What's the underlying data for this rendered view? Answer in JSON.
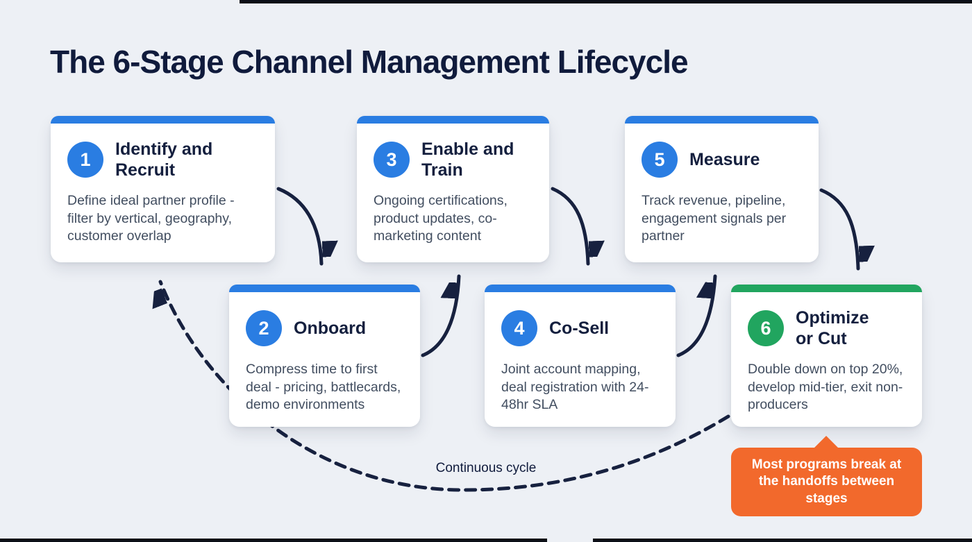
{
  "header": {
    "title": "The 6-Stage Channel Management Lifecycle"
  },
  "stages": [
    {
      "number": "1",
      "title": "Identify and Recruit",
      "description": "Define ideal partner profile - filter by vertical, geography, customer overlap",
      "accent": "#2a7de2"
    },
    {
      "number": "2",
      "title": "Onboard",
      "description": "Compress time to first deal - pricing, battlecards, demo environments",
      "accent": "#2a7de2"
    },
    {
      "number": "3",
      "title": "Enable and Train",
      "description": "Ongoing certifications, product updates, co-marketing content",
      "accent": "#2a7de2"
    },
    {
      "number": "4",
      "title": "Co-Sell",
      "description": "Joint account mapping, deal registration with 24-48hr SLA",
      "accent": "#2a7de2"
    },
    {
      "number": "5",
      "title": "Measure",
      "description": "Track revenue, pipeline, engagement signals per partner",
      "accent": "#2a7de2"
    },
    {
      "number": "6",
      "title": "Optimize or Cut",
      "description": "Double down on top 20%, develop mid-tier, exit non-producers",
      "accent": "#21a55f"
    }
  ],
  "cycle": {
    "label": "Continuous cycle"
  },
  "callout": {
    "text": "Most programs break at the handoffs between stages"
  },
  "colors": {
    "background": "#edf0f5",
    "card": "#ffffff",
    "accent_blue": "#2a7de2",
    "accent_green": "#21a55f",
    "accent_orange": "#f2692c",
    "title_ink": "#101b3c",
    "body_text": "#424e60",
    "arrow_ink": "#17213f"
  }
}
